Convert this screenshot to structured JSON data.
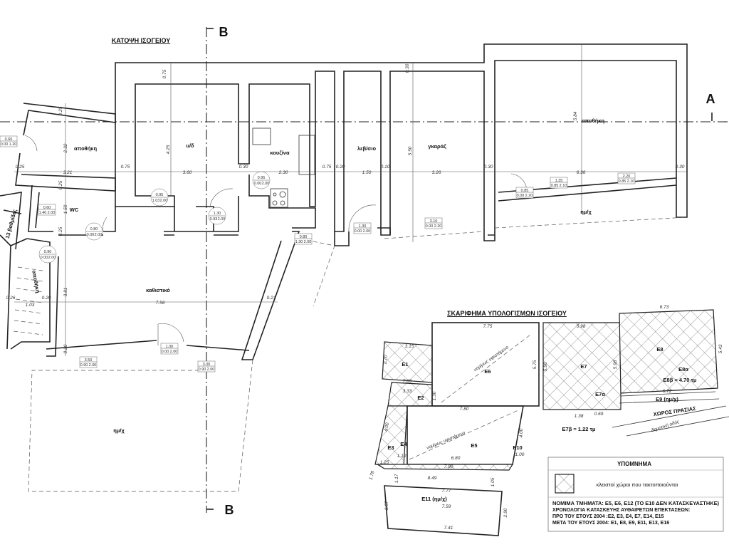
{
  "plan": {
    "title": "ΚΑΤΟΨΗ ΙΣΟΓΕΙΟΥ",
    "section_b_top": "B",
    "section_b_bottom": "B",
    "section_a": "A",
    "rooms": {
      "storage_left": "αποθήκη",
      "wc_room": "u/δ",
      "kitchen": "κουζίνα",
      "boiler": "λεβ/σιο",
      "garage": "γκαράζ",
      "storage_right": "αποθήκη",
      "wc": "WC",
      "living": "καθιστικό",
      "semi_open_right": "ημ/χ",
      "semi_open_bottom": "ημ/χ",
      "stair_storage": "αποθήκη",
      "steps": "13 βαθμίδες"
    },
    "dims": [
      "0.75",
      "4.25",
      "2.32",
      "0.25",
      "3.21",
      "0.75",
      "3.60",
      "0.30",
      "2.30",
      "0.75",
      "0.20",
      "1.50",
      "0.10",
      "3.26",
      "0.30",
      "5.50",
      "0.30",
      "5.84",
      "6.36",
      "0.30",
      "1.50",
      "0.25",
      "0.25",
      "0.26",
      "1.03",
      "0.20",
      "3.81",
      "7.56",
      "0.21",
      "0.20",
      "0.25"
    ],
    "openings": [
      {
        "w": "0.60",
        "s": "0.00",
        "h": "1.20"
      },
      {
        "w": "0.60",
        "s": "1.40",
        "h": "2.00"
      },
      {
        "w": "0.80",
        "s": "0.00",
        "h": "2.00"
      },
      {
        "w": "0.90",
        "s": "0.00",
        "h": "2.00"
      },
      {
        "w": "0.95",
        "s": "1.03",
        "h": "2.00"
      },
      {
        "w": "1.30",
        "s": "0.93",
        "h": "2.00"
      },
      {
        "w": "0.95",
        "s": "0.00",
        "h": "2.00"
      },
      {
        "w": "0.80",
        "s": "1.30",
        "h": "2.00"
      },
      {
        "w": "1.30",
        "s": "0.00",
        "h": "2.00"
      },
      {
        "w": "3.10",
        "s": "0.00",
        "h": "2.20"
      },
      {
        "w": "0.85",
        "s": "0.00",
        "h": "2.20"
      },
      {
        "w": "1.35",
        "s": "0.85",
        "h": "2.10"
      },
      {
        "w": "2.20",
        "s": "0.85",
        "h": "2.10"
      },
      {
        "w": "1.00",
        "s": "0.00",
        "h": "2.00"
      },
      {
        "w": "3.50",
        "s": "0.90",
        "h": "2.00"
      },
      {
        "w": "3.00",
        "s": "0.90",
        "h": "2.00"
      }
    ]
  },
  "sketch": {
    "title": "ΣΚΑΡΙΦΗΜΑ ΥΠΟΛΟΓΙΣΜΩΝ ΙΣΟΓΕΙΟΥ",
    "labels": {
      "e1": "E1",
      "e2": "E2",
      "e3": "E3",
      "e4": "E4",
      "e5": "E5",
      "e6": "E6",
      "e7": "E7",
      "e7a": "E7α",
      "e7b": "E7β = 1.22 τμ",
      "e8": "E8",
      "e8a": "E8α",
      "e8b": "E8β = 4.70 τμ",
      "e9": "E9 (ημ/χ)",
      "e10": "E10",
      "e11": "E11 (ημ/χ)",
      "front_yard": "ΧΩΡΟΣ ΠΡΑΣΙΑΣ",
      "street": "δημοτική οδός",
      "legal1": "νομίμως υφιστάμενο",
      "legal2": "νομίμως υφιστάμενο"
    },
    "dims": [
      "7.75",
      "5.75",
      "5.98",
      "6.73",
      "5.43",
      "7.80",
      "6.80",
      "4.00",
      "1.00",
      "8.49",
      "7.77",
      "7.59",
      "7.41",
      "2.90",
      "1.38",
      "0.69",
      "6.72",
      "5.96",
      "5.98",
      "3.15",
      "2.70",
      "7.85",
      "3.33",
      "1.30",
      "4.00",
      "1.10",
      "1.25",
      "7.90",
      "1.17",
      "1.78",
      "3.07",
      "1.05"
    ]
  },
  "legend": {
    "title": "ΥΠΟΜΝΗΜΑ",
    "hatch_desc": "κλειστοί χώροι που τακτοποιούνται",
    "notes": [
      "ΝΟΜΙΜΑ ΤΜΗΜΑΤΑ: Ε5, Ε6, Ε12 (ΤΟ Ε10 ΔΕΝ ΚΑΤΑΣΚΕΥΑΣΤΗΚΕ)",
      "ΧΡΟΝΟΛΟΓΙΑ ΚΑΤΑΣΚΕΥΗΣ ΑΥΘΑΙΡΕΤΩΝ ΕΠΕΚΤΑΣΕΩΝ:",
      "ΠΡΟ ΤΟΥ ΕΤΟΥΣ 2004 :Ε2, Ε3, Ε4, Ε7, Ε14, Ε15",
      "ΜΕΤΑ ΤΟΥ ΕΤΟΥΣ 2004: Ε1, Ε8, Ε9, Ε11, Ε13, Ε16"
    ]
  }
}
